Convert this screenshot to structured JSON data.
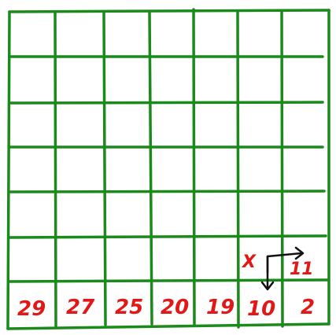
{
  "colors": {
    "grid": "#1a8a1a",
    "numbers": "#e01818",
    "arrows": "#111111"
  },
  "grid": {
    "columns": 7,
    "rows": 7
  },
  "bottom_row_values": [
    "29",
    "27",
    "25",
    "20",
    "19",
    "10",
    "2"
  ],
  "marker": {
    "x_label": "X",
    "right_value": "11",
    "arrows": [
      "arrow-right-icon",
      "arrow-down-icon"
    ]
  }
}
